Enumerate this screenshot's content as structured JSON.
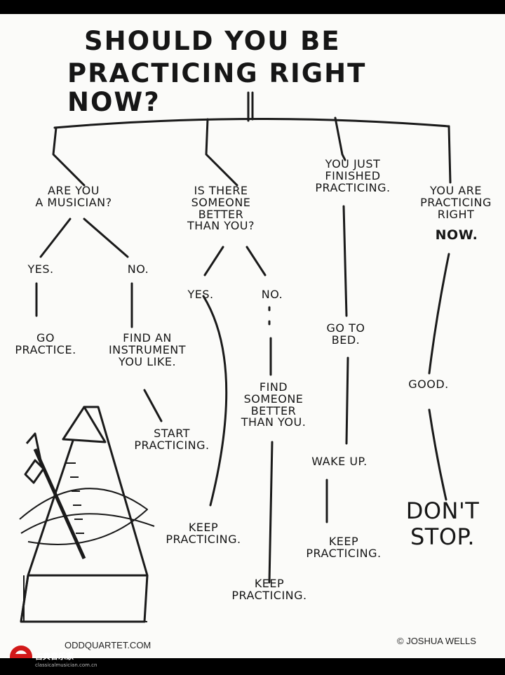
{
  "title": {
    "line1": "SHOULD YOU  BE",
    "line2": "PRACTICING RIGHT NOW?"
  },
  "branch1": {
    "question": "ARE YOU\nA MUSICIAN?",
    "yes": "YES.",
    "no": "NO.",
    "yes_result": "GO\nPRACTICE.",
    "no_result": "FIND AN\nINSTRUMENT\nYOU LIKE.",
    "no_next": "START\nPRACTICING."
  },
  "branch2": {
    "question": "IS THERE\nSOMEONE\nBETTER\nTHAN YOU?",
    "yes": "YES.",
    "no": "NO.",
    "yes_result": "KEEP\nPRACTICING.",
    "no_result": "FIND\nSOMEONE\nBETTER\nTHAN YOU.",
    "no_next": "KEEP\nPRACTICING."
  },
  "branch3": {
    "question": "YOU JUST\nFINISHED\nPRACTICING.",
    "step1": "GO TO\nBED.",
    "step2": "WAKE UP.",
    "step3": "KEEP\nPRACTICING."
  },
  "branch4": {
    "question": "YOU ARE\nPRACTICING\nRIGHT",
    "emphasis": "NOW.",
    "step1": "GOOD.",
    "step2": "DON'T\nSTOP."
  },
  "footer": {
    "site": "ODDQUARTET.COM",
    "credit": "© JOSHUA WELLS"
  },
  "watermark": {
    "name": "古典音乐家",
    "url": "classicalmusician.com.cn"
  }
}
